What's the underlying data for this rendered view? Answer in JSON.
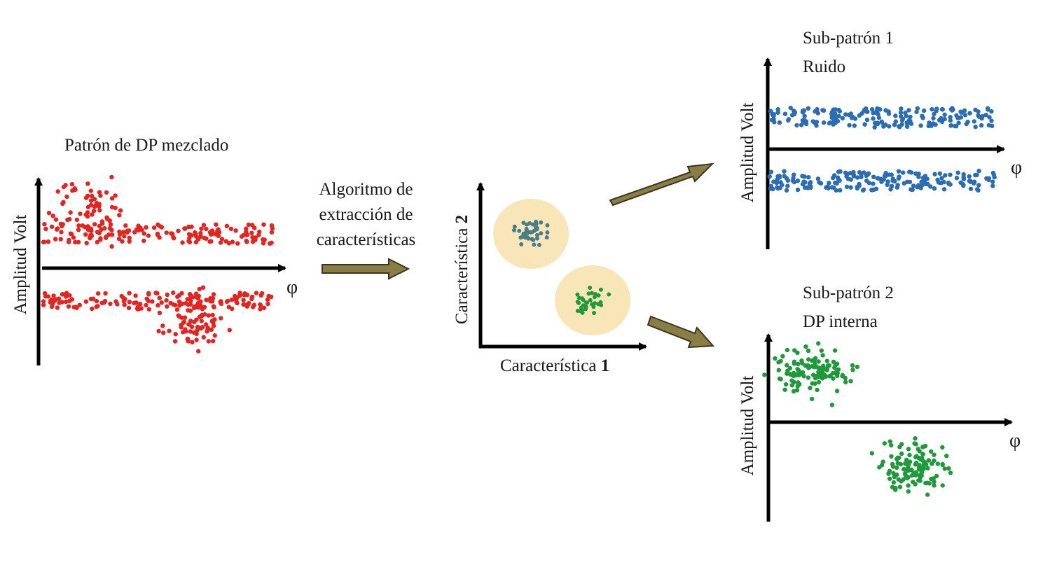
{
  "mixed_pattern": {
    "title": "Patrón de DP mezclado",
    "ylabel": "Amplitud  Volt",
    "xlabel": "φ"
  },
  "algorithm": {
    "line1": "Algoritmo de",
    "line2": "extracción de",
    "line3": "características"
  },
  "feature_space": {
    "x_label_text": "Característica ",
    "x_label_num": "1",
    "y_label_text": "Característica ",
    "y_label_num": "2"
  },
  "subpattern1": {
    "title": "Sub-patrón  1",
    "subtitle": "Ruido",
    "ylabel": "Amplitud  Volt",
    "xlabel": "φ"
  },
  "subpattern2": {
    "title": "Sub-patrón  2",
    "subtitle": "DP interna",
    "ylabel": "Amplitud  Volt",
    "xlabel": "φ"
  },
  "colors": {
    "mixed_points": "#e8231f",
    "noise_points": "#2a6db5",
    "internal_points": "#1f9a3a",
    "cluster_noise_points": "#4a7d8a",
    "cluster_bg": "#f8e6b8",
    "arrow_fill": "#8a7e45",
    "arrow_stroke": "#3a3520",
    "axis": "#000000"
  }
}
